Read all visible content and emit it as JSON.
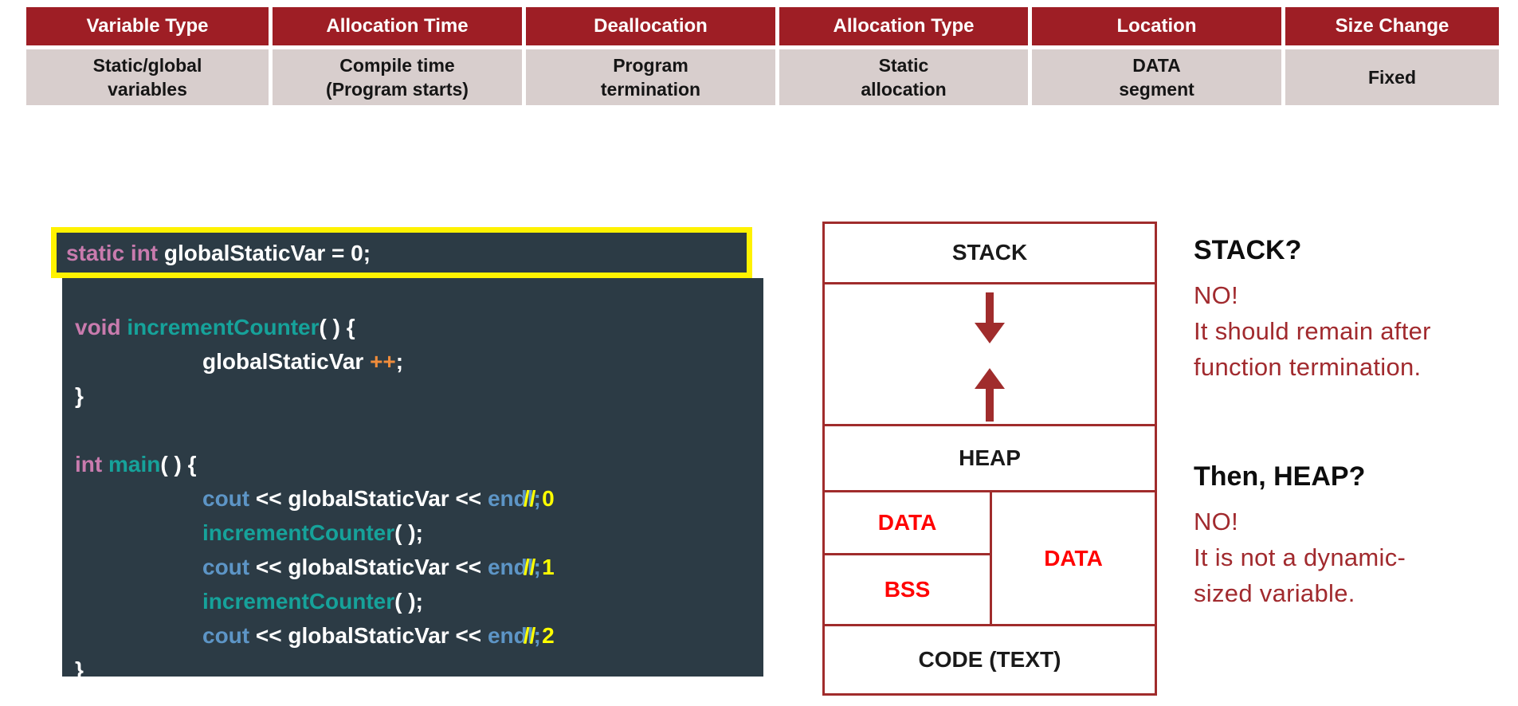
{
  "table": {
    "header_bg": "#9E1E25",
    "row_bg": "#D8CECD",
    "headers": [
      "Variable Type",
      "Allocation Time",
      "Deallocation",
      "Allocation Type",
      "Location",
      "Size Change"
    ],
    "row": [
      "Static/global\nvariables",
      "Compile time\n(Program starts)",
      "Program\ntermination",
      "Static\nallocation",
      "DATA\nsegment",
      "Fixed"
    ]
  },
  "code": {
    "background": "#2C3B45",
    "highlight_color": "#FFF200",
    "token_colors": {
      "keyword": "#C97BAE",
      "func": "#16A29A",
      "plain": "#FFFFFF",
      "stream": "#5D95C6",
      "op": "#F08C3B",
      "comment": "#FFFF00"
    },
    "highlight_line": {
      "tokens": [
        {
          "t": "static int ",
          "c": "keyword"
        },
        {
          "t": "globalStaticVar = 0;",
          "c": "plain"
        }
      ]
    },
    "lines": [
      {
        "indent": 0,
        "tokens": [
          {
            "t": "void ",
            "c": "keyword"
          },
          {
            "t": "incrementCounter",
            "c": "func"
          },
          {
            "t": "( ) {",
            "c": "plain"
          }
        ]
      },
      {
        "indent": 1,
        "tokens": [
          {
            "t": "globalStaticVar ",
            "c": "plain"
          },
          {
            "t": "++",
            "c": "op"
          },
          {
            "t": ";",
            "c": "plain"
          }
        ]
      },
      {
        "indent": 0,
        "tokens": [
          {
            "t": "}",
            "c": "plain"
          }
        ]
      },
      {
        "indent": 0,
        "tokens": []
      },
      {
        "indent": 0,
        "tokens": [
          {
            "t": "int ",
            "c": "keyword"
          },
          {
            "t": "main",
            "c": "func"
          },
          {
            "t": "( ) {",
            "c": "plain"
          }
        ]
      },
      {
        "indent": 1,
        "tokens": [
          {
            "t": "cout ",
            "c": "stream"
          },
          {
            "t": "<< globalStaticVar << ",
            "c": "plain"
          },
          {
            "t": "endl;",
            "c": "stream"
          },
          {
            "t": "// 0",
            "c": "comment",
            "overlap": true
          }
        ]
      },
      {
        "indent": 1,
        "tokens": [
          {
            "t": "incrementCounter",
            "c": "func"
          },
          {
            "t": "( );",
            "c": "plain"
          }
        ]
      },
      {
        "indent": 1,
        "tokens": [
          {
            "t": "cout ",
            "c": "stream"
          },
          {
            "t": "<< globalStaticVar << ",
            "c": "plain"
          },
          {
            "t": "endl;",
            "c": "stream"
          },
          {
            "t": "// 1",
            "c": "comment",
            "overlap": true
          }
        ]
      },
      {
        "indent": 1,
        "tokens": [
          {
            "t": "incrementCounter",
            "c": "func"
          },
          {
            "t": "( );",
            "c": "plain"
          }
        ]
      },
      {
        "indent": 1,
        "tokens": [
          {
            "t": "cout ",
            "c": "stream"
          },
          {
            "t": "<< globalStaticVar << ",
            "c": "plain"
          },
          {
            "t": "endl;",
            "c": "stream"
          },
          {
            "t": "// 2",
            "c": "comment",
            "overlap": true
          }
        ]
      },
      {
        "indent": 0,
        "tokens": [
          {
            "t": "}",
            "c": "plain"
          }
        ]
      }
    ]
  },
  "memory_diagram": {
    "accent": "#A02C2C",
    "black_label_color": "#1A1A1A",
    "segment_label_color": "#FF0000",
    "stack_label": "STACK",
    "heap_label": "HEAP",
    "data_left_label": "DATA",
    "bss_label": "BSS",
    "data_right_label": "DATA",
    "code_label": "CODE (TEXT)"
  },
  "annotations": {
    "heading_color": "#0D0D0D",
    "body_color": "#A12A2E",
    "stack": {
      "heading": "STACK?",
      "lines": [
        "NO!",
        "It should remain after",
        "function termination."
      ]
    },
    "heap": {
      "heading": "Then, HEAP?",
      "lines": [
        "NO!",
        "It is not a dynamic-",
        "sized variable."
      ]
    }
  }
}
